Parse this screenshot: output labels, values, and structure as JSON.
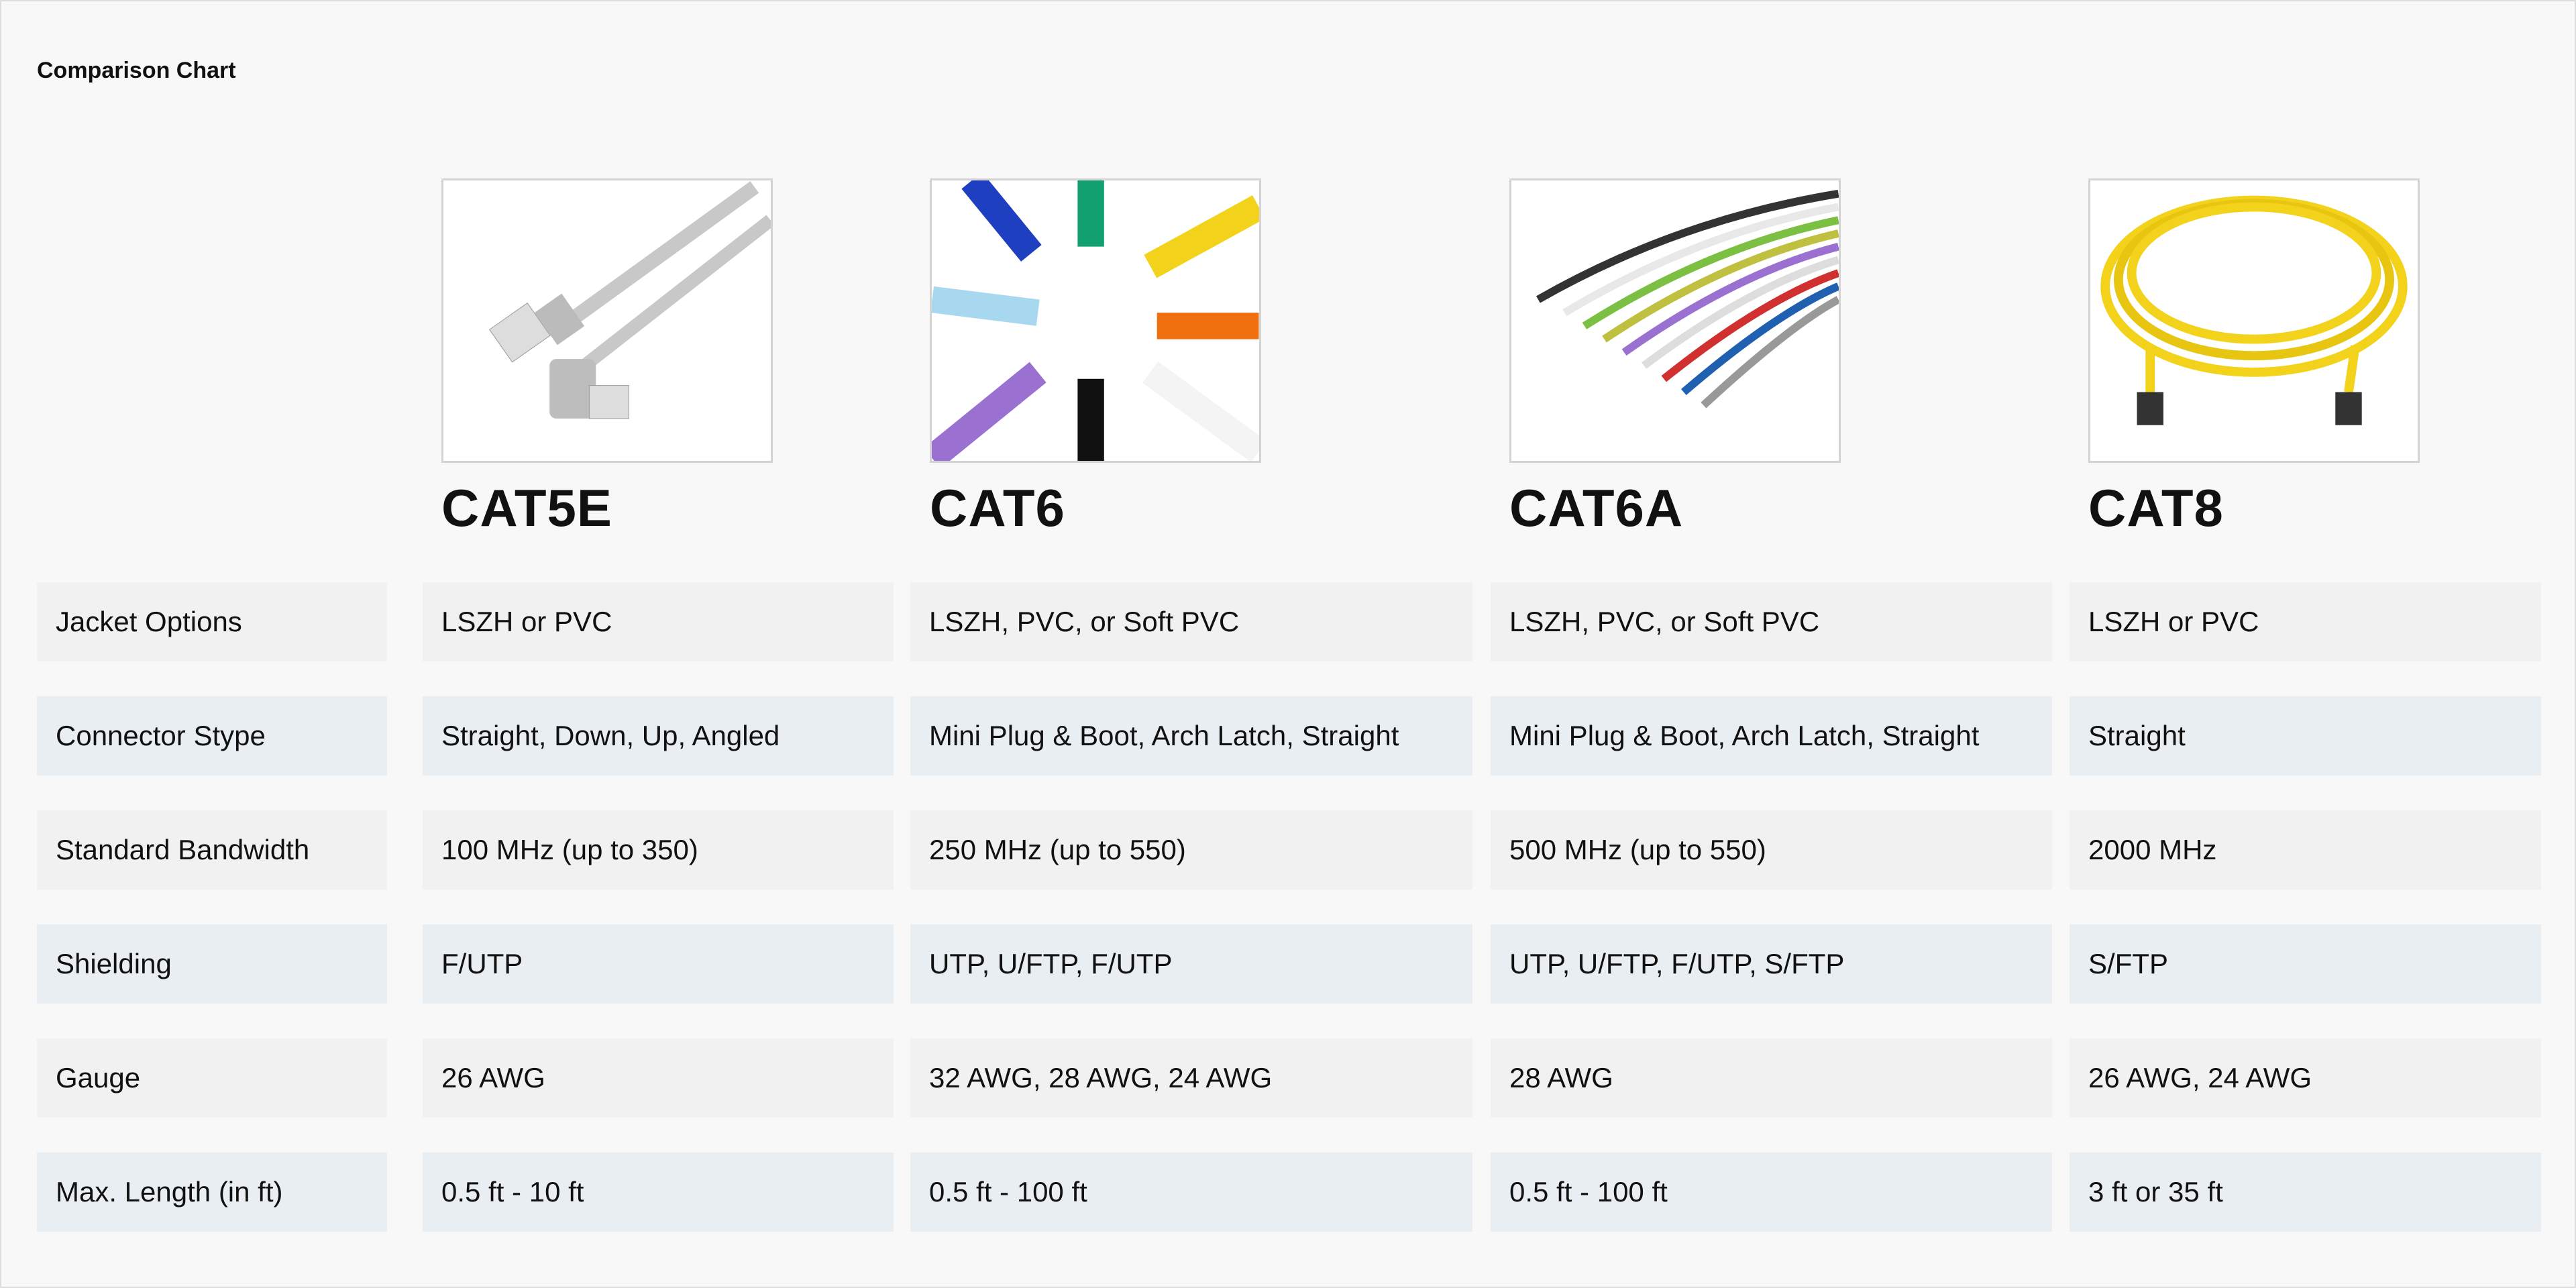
{
  "title": "Comparison Chart",
  "products": [
    {
      "name": "CAT5E",
      "image": "gray-cable-image",
      "color": "#c8c8c8"
    },
    {
      "name": "CAT6",
      "image": "colorful-cables-image",
      "color": "#1e50c8"
    },
    {
      "name": "CAT6A",
      "image": "rainbow-cables-image",
      "color": "#7bc043"
    },
    {
      "name": "CAT8",
      "image": "yellow-coiled-cable-image",
      "color": "#f2d21a"
    }
  ],
  "rows": [
    {
      "label": "Jacket Options",
      "values": [
        "LSZH or PVC",
        "LSZH, PVC, or Soft PVC",
        "LSZH, PVC, or Soft PVC",
        "LSZH or PVC"
      ]
    },
    {
      "label": "Connector Stype",
      "values": [
        "Straight, Down, Up, Angled",
        "Mini Plug & Boot, Arch Latch, Straight",
        "Mini Plug & Boot, Arch Latch, Straight",
        "Straight"
      ]
    },
    {
      "label": "Standard Bandwidth",
      "values": [
        "100 MHz (up to 350)",
        "250 MHz (up to 550)",
        "500 MHz (up to 550)",
        "2000 MHz"
      ]
    },
    {
      "label": "Shielding",
      "values": [
        "F/UTP",
        "UTP, U/FTP, F/UTP",
        "UTP, U/FTP, F/UTP, S/FTP",
        "S/FTP"
      ]
    },
    {
      "label": "Gauge",
      "values": [
        "26 AWG",
        "32 AWG, 28 AWG, 24 AWG",
        "28 AWG",
        "26 AWG, 24 AWG"
      ]
    },
    {
      "label": "Max. Length (in ft)",
      "values": [
        "0.5 ft - 10 ft",
        "0.5 ft - 100 ft",
        "0.5 ft - 100 ft",
        "3 ft or 35 ft"
      ]
    }
  ]
}
